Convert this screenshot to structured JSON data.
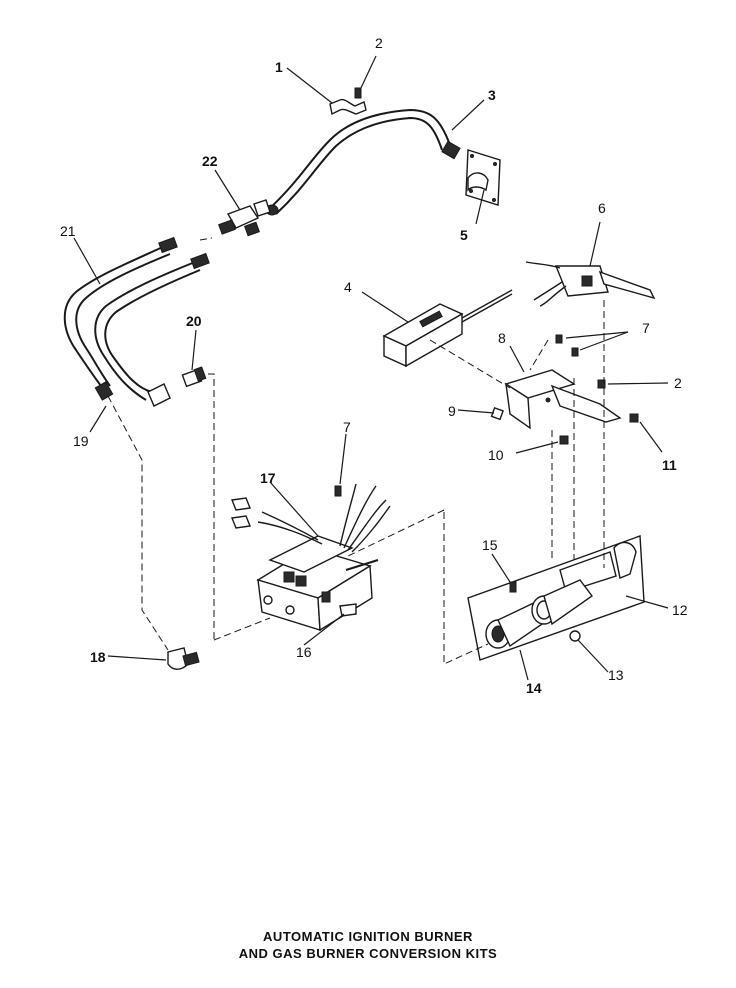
{
  "callouts": {
    "c1": "1",
    "c2a": "2",
    "c2b": "2",
    "c3": "3",
    "c4": "4",
    "c5": "5",
    "c6": "6",
    "c7a": "7",
    "c7b": "7",
    "c8": "8",
    "c9": "9",
    "c10": "10",
    "c11": "11",
    "c12": "12",
    "c13": "13",
    "c14": "14",
    "c15": "15",
    "c16": "16",
    "c17": "17",
    "c18": "18",
    "c19": "19",
    "c20": "20",
    "c21": "21",
    "c22": "22"
  },
  "caption": {
    "line1": "AUTOMATIC IGNITION BURNER",
    "line2": "AND GAS BURNER CONVERSION KITS"
  }
}
